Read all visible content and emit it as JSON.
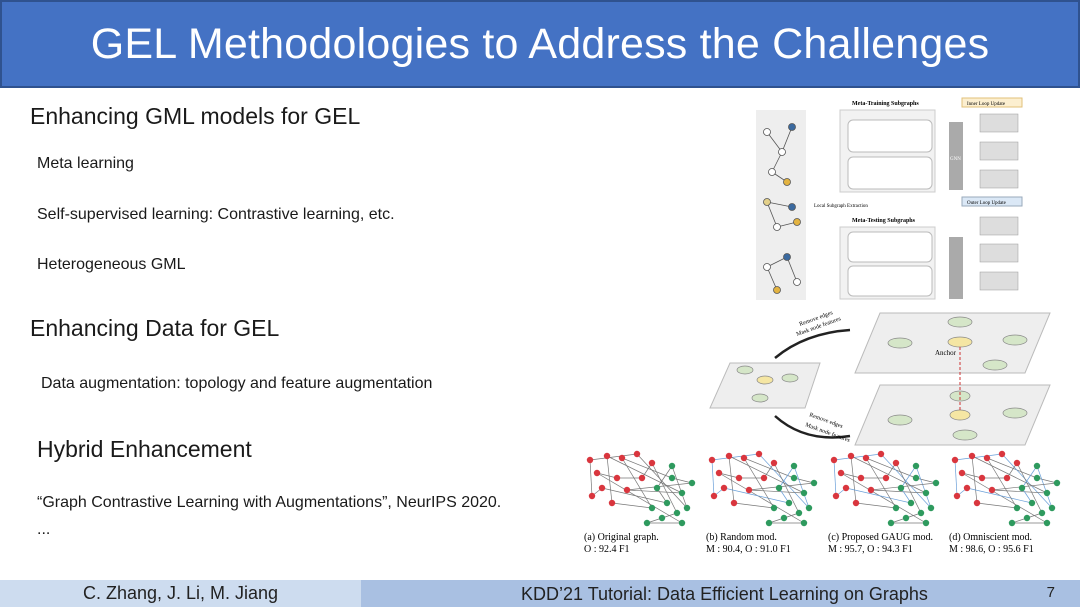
{
  "slide": {
    "title": "GEL Methodologies to Address the Challenges"
  },
  "sections": [
    {
      "heading": "Enhancing GML models for GEL",
      "items": [
        "Meta learning",
        "Self-supervised learning: Contrastive learning, etc.",
        "Heterogeneous GML"
      ]
    },
    {
      "heading": "Enhancing Data for GEL",
      "items": [
        "Data augmentation: topology and feature augmentation"
      ]
    },
    {
      "heading": "Hybrid Enhancement",
      "items": [
        "“Graph Contrastive Learning with Augmentations”, NeurIPS 2020.",
        "..."
      ]
    }
  ],
  "figures": {
    "meta": {
      "training_title": "Meta-Training Subgraphs",
      "testing_title": "Meta-Testing Subgraphs",
      "inner_loop": "Inner Loop Update",
      "outer_loop": "Outer Loop Update",
      "extraction": "Local Subgraph Extraction",
      "gnn": "GNN"
    },
    "contrastive": {
      "aug_label_1": "Remove edges",
      "aug_label_2": "Mask node features",
      "anchor": "Anchor"
    },
    "gaug": {
      "captions": [
        {
          "title": "(a) Original graph.",
          "score": "O : 92.4 F1"
        },
        {
          "title": "(b) Random mod.",
          "score": "M : 90.4, O : 91.0 F1"
        },
        {
          "title": "(c) Proposed GAUG mod.",
          "score": "M : 95.7, O : 94.3 F1"
        },
        {
          "title": "(d) Omniscient mod.",
          "score": "M : 98.6, O : 95.6 F1"
        }
      ]
    }
  },
  "footer": {
    "authors": "C. Zhang, J. Li, M. Jiang",
    "event": "KDD’21 Tutorial: Data Efficient Learning on Graphs",
    "page": "7"
  },
  "colors": {
    "header": "#4472c4",
    "footer_left": "#cddcef",
    "footer_right": "#a9c0e2"
  }
}
